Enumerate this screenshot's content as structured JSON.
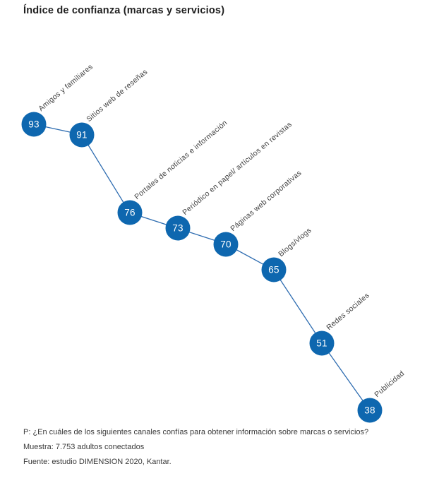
{
  "title": "Índice de confianza (marcas y servicios)",
  "colors": {
    "node_fill": "#0e67af",
    "line": "#2f6db1",
    "value_text": "#ffffff",
    "label_text": "#3f3f3f",
    "title_text": "#1f1f1f",
    "footnote_text": "#3a3a3a",
    "background": "#ffffff"
  },
  "chart_data": {
    "type": "line",
    "title": "Índice de confianza (marcas y servicios)",
    "categories": [
      "Amigos y familiares",
      "Sitios web de reseñas",
      "Portales de noticias e información",
      "Periódico en papel/ artículos en revistas",
      "Páginas web corporativas",
      "Blogs/vlogs",
      "Redes sociales",
      "Publicidad"
    ],
    "values": [
      93,
      91,
      76,
      73,
      70,
      65,
      51,
      38
    ],
    "xlabel": "",
    "ylabel": "",
    "ylim": [
      30,
      100
    ],
    "grid": false,
    "legend_position": "none",
    "marker": "filled-circle-with-value-inside",
    "category_label_rotation_deg": -40,
    "axes_hidden": true
  },
  "footnotes": [
    "P: ¿En cuáles de los siguientes canales confías para obtener información sobre marcas o servicios?",
    "Muestra: 7.753 adultos conectados",
    "Fuente: estudio DIMENSION 2020, Kantar."
  ]
}
